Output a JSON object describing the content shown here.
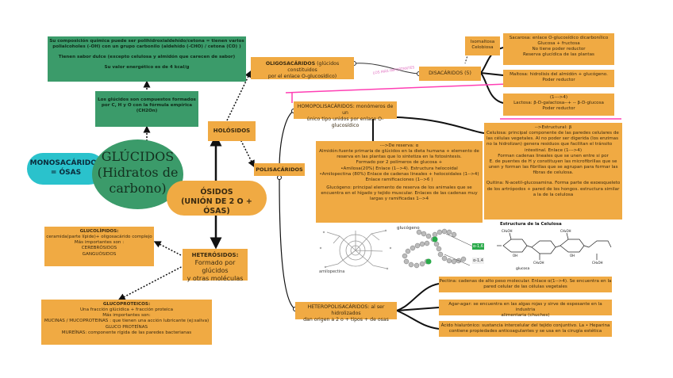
{
  "main": {
    "title_l1": "GLÚCIDOS",
    "title_l2": "(Hidratos de",
    "title_l3": "carbono)",
    "osidos_l1": "ÓSIDOS",
    "osidos_l2": "(UNIÓN DE 2 O + ÓSAS)",
    "monosacaridos_l1": "MONOSACÁRIDOS",
    "monosacaridos_l2": "= ÓSAS"
  },
  "green_top": {
    "l1": "Su composición química puede ser polihidroxialdehído/cetona = tienen varios",
    "l2": "polialcoholes (-OH) con un grupo carbonilo (aldehído (-CHO) / cetona (CO) )",
    "l3": "Tienen sabor dulce (excepto celulosa y almidón que carecen de sabor)",
    "l4": "Su valor energético es de 4 kcal/g"
  },
  "green_mid": {
    "l1": "Los glúcidos son compuestos formados",
    "l2": "por C, H y O con la fórmula empírica",
    "l3": "(CH2On)"
  },
  "holosidos": "HOLÓSIDOS",
  "heterosidos": {
    "title": "HETERÓSIDOS:",
    "l2": "Formado por glúcidos",
    "l3": "y otras moléculas"
  },
  "glucolipidos": {
    "title": "GLUCOLÍPIDOS:",
    "l1": "ceramida(parte lípide)+ oligosacárido complejo",
    "l2": "Más importantes son :",
    "l3": "CEREBRÓSIDOS",
    "l4": "GANGUÓSIDOS"
  },
  "glucoproteicos": {
    "title": "GLUCOPROTEICOS:",
    "l1": "Una fracción glúcidica + fracción proteica",
    "l2": "Más importantes son:",
    "l3": "MUCINAS / MUCOPROTEINAS : que tienen una acción lubricante (ej:saliva)",
    "l4": "GLUCO PROTEÍNAS",
    "l5": "MUREÍNAS: componente rígida de las paredes bacterianas"
  },
  "oligosacaridos": {
    "title": "OLIGOSACÁRIDOS",
    "rest": " (glúcidos constituidos",
    "l2": "por el enlace O-glucosídico)"
  },
  "los_mas_importantes": "LOS MÁS IMPORTANTES",
  "disacaridos": "DISACÁRIDOS (5)",
  "isomaltosa": {
    "l1": "Isomaltosa",
    "l2": "Celobiosa"
  },
  "sacarosa": {
    "l1": "Sacarosa: enlace O-glucosídico dicarbonílico",
    "l2": "Glucosa + fructosa",
    "l3": "No tiene poder reductor",
    "l4": "Reserva glucídica de las plantas"
  },
  "maltosa": {
    "l1": "Maltosa: hidrolisis del almidón + glucógeno.",
    "l2": "Poder reductor"
  },
  "lactosa": {
    "l0": "(1--->4)",
    "l1": "Lactosa: β-D-galactosa--+ -- β-D-glucosa",
    "l2": "Poder reductor"
  },
  "polisacaridos": "POLISACÁRIDOS",
  "homopolisacaridos": {
    "l1": "HOMOPOLISACÁRIDOS: monómeros de un",
    "l2": "único tipo unidos por enlace O-glucosídico"
  },
  "alpha_box": {
    "l1": "--->De reserva: α",
    "l2": "Almidón:fuente primaria de glúcidos en la dieta humana + elemento de",
    "l3": "reserva en las plantas que lo sintetiza en la fotosintesis.",
    "l4": "Formado por 2 polímeros de glucosa +",
    "l5": "•Amilosa(20%) Enlace (1-->4). Estructura helocoidal",
    "l6": "•Amilopectina (80%) Enlace de cadenas lineales + helocoidales (1-->4)",
    "l7": "Enlace ramificaciones (1-->6 )",
    "l8": "Glucógeno: principal elemento de reserva de los animales que se",
    "l9": "encuentra en el hígado y tejido muscular. Enlaces de las cadenas muy",
    "l10": "largas y ramificadas 1-->4"
  },
  "beta_box": {
    "l1": "-->Estructural: β",
    "l2": "Celulosa: principal componente de las paredes celulares de",
    "l3": "las células vegetales. Al no poder ser digerida (los enzimas",
    "l4": "no la hidrolizan) genera residuos que facilitan el tránsito",
    "l5": "intestinal. Enlace (1--->4)",
    "l6": "Forman cadenas lineales que se unen entre si por",
    "l7": "E. de puentes de H y constituyen las microfibrillas que se",
    "l8": "unen y forman las fibrillas que se agrupan para formar las",
    "l9": "fibras de celulosa.",
    "l10": "Quitina: N-acetil-glucosamina. Forma parte de exoesqueleto",
    "l11": "de los artrópodos + pared de los hongos. estructura similar",
    "l12": "a la de la celulosa"
  },
  "images": {
    "amilopectina": "amilopectina",
    "glucogeno": "glucógeno",
    "alpha14": "α-1,4",
    "alpha16": "α-1,6",
    "estructura_celulosa": "Estructura de la Celulosa",
    "glucosa": "glucosa",
    "ch2oh": "CH₂OH",
    "oh": "OH"
  },
  "heteropolisacaridos": {
    "l1": "HETEROPOLISACÁRIDOS: al ser hidrolizados",
    "l2": "dan origen a 2 o + tipos + de osas"
  },
  "pectina": {
    "l1": "Pectina: cadenas de alto peso molecular. Enlace α(1-->4). Se encuentra en la",
    "l2": "pared celular de las células vegetales"
  },
  "agar": {
    "l1": "Agar-agar: se encuentra en las algas rojas y sirve de espesante en la industria",
    "l2": "alimentaria (chuches)"
  },
  "hialuronico": {
    "l1": "Ácido hialurónico: sustancia intercelular del tejido conjuntivo. La • Heparina",
    "l2": "contiene propiedades anticoagulantes y se usa en la cirugía estética"
  },
  "colors": {
    "orange": "#f0aa43",
    "green": "#3b9b6a",
    "teal": "#2ac2cc",
    "pink": "#ff3fb4",
    "dark": "#1a1a1a"
  }
}
